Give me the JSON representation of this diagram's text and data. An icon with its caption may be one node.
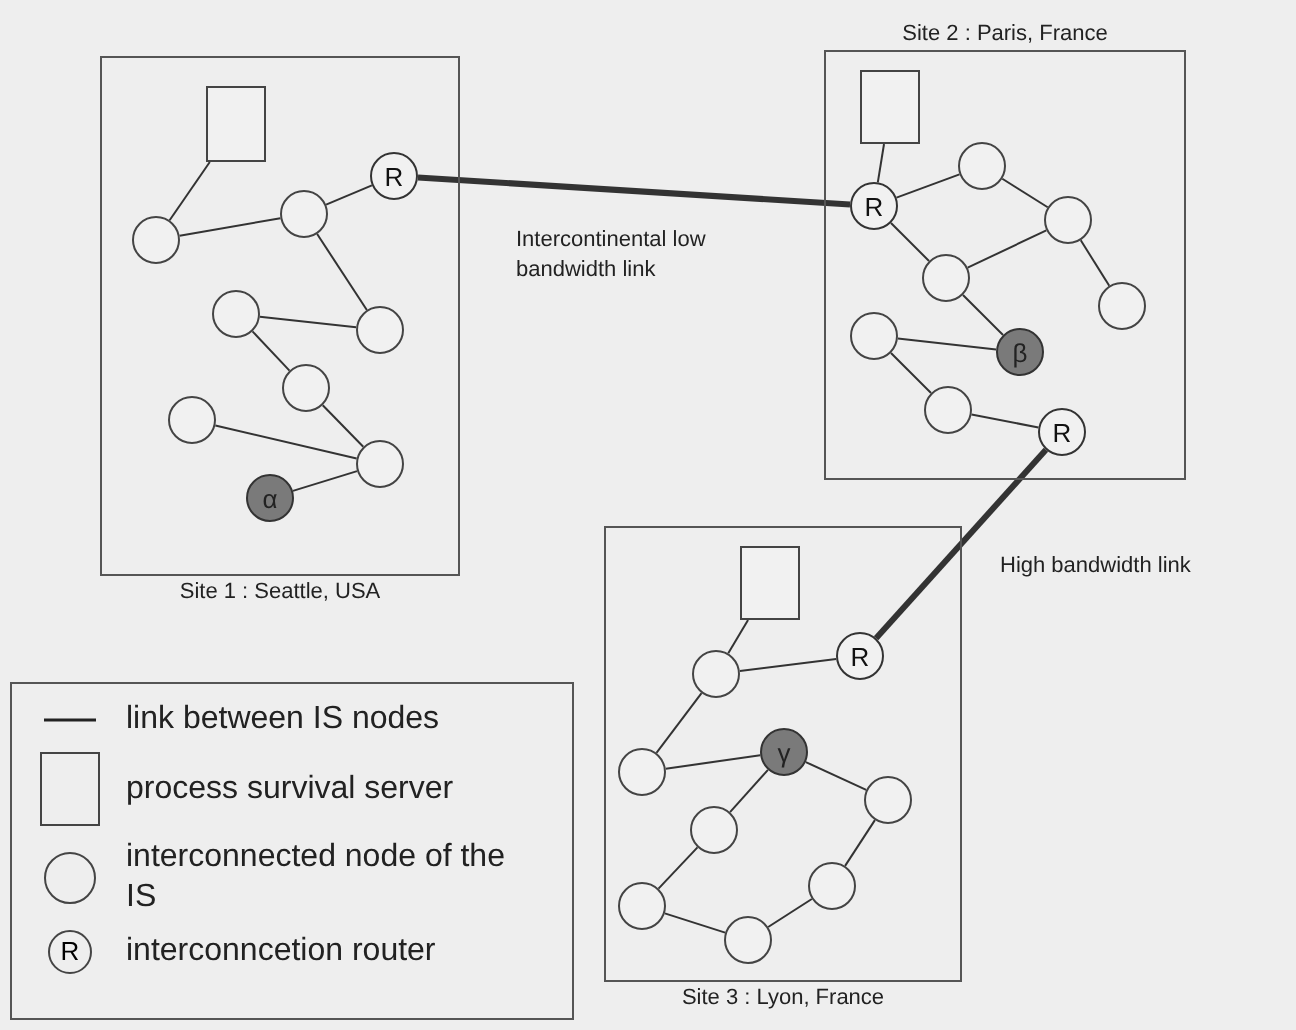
{
  "diagram": {
    "nodes": [
      {
        "text": [
          "Site 1 : Seattle, USA"
        ]
      },
      {
        "text": [],
        "shape": "box",
        "in": 0
      },
      {
        "text": [
          "R"
        ],
        "in": 0
      },
      {
        "text": [],
        "shape": "circle",
        "in": 0
      },
      {
        "text": [],
        "shape": "circle",
        "in": 0
      },
      {
        "text": [],
        "shape": "circle",
        "in": 0
      },
      {
        "text": [],
        "shape": "circle",
        "in": 0
      },
      {
        "text": [],
        "shape": "circle",
        "in": 0
      },
      {
        "text": [],
        "shape": "circle",
        "in": 0
      },
      {
        "text": [],
        "shape": "circle",
        "in": 0
      },
      {
        "text": [
          "α"
        ],
        "in": 0
      },
      {
        "text": [
          "Site 2 : Paris, France"
        ]
      },
      {
        "text": [],
        "shape": "box",
        "in": 11
      },
      {
        "text": [],
        "shape": "circle",
        "in": 11
      },
      {
        "text": [
          "R"
        ],
        "in": 11
      },
      {
        "text": [],
        "shape": "circle",
        "in": 11
      },
      {
        "text": [],
        "shape": "circle",
        "in": 11
      },
      {
        "text": [],
        "shape": "circle",
        "in": 11
      },
      {
        "text": [],
        "shape": "circle",
        "in": 11
      },
      {
        "text": [
          "β"
        ],
        "in": 11
      },
      {
        "text": [],
        "shape": "circle",
        "in": 11
      },
      {
        "text": [
          "R"
        ],
        "in": 11
      },
      {
        "text": [
          "Site 3 : Lyon, France"
        ]
      },
      {
        "text": [],
        "shape": "box",
        "in": 22
      },
      {
        "text": [
          "R"
        ],
        "in": 22
      },
      {
        "text": [],
        "shape": "circle",
        "in": 22
      },
      {
        "text": [
          "γ"
        ],
        "in": 22
      },
      {
        "text": [],
        "shape": "circle",
        "in": 22
      },
      {
        "text": [],
        "shape": "circle",
        "in": 22
      },
      {
        "text": [],
        "shape": "circle",
        "in": 22
      },
      {
        "text": [],
        "shape": "circle",
        "in": 22
      },
      {
        "text": [],
        "shape": "circle",
        "in": 22
      },
      {
        "text": [],
        "shape": "circle",
        "in": 22
      }
    ],
    "edges": [
      {
        "from": 1,
        "to": 4,
        "arrow": "none"
      },
      {
        "from": 4,
        "to": 3,
        "arrow": "none"
      },
      {
        "from": 3,
        "to": 2,
        "arrow": "none"
      },
      {
        "from": 3,
        "to": 6,
        "arrow": "none"
      },
      {
        "from": 5,
        "to": 6,
        "arrow": "none"
      },
      {
        "from": 5,
        "to": 7,
        "arrow": "none"
      },
      {
        "from": 7,
        "to": 9,
        "arrow": "none"
      },
      {
        "from": 8,
        "to": 9,
        "arrow": "none"
      },
      {
        "from": 9,
        "to": 10,
        "arrow": "none"
      },
      {
        "from": 12,
        "to": 14,
        "arrow": "none"
      },
      {
        "from": 14,
        "to": 13,
        "arrow": "none"
      },
      {
        "from": 13,
        "to": 15,
        "arrow": "none"
      },
      {
        "from": 15,
        "to": 17,
        "arrow": "none"
      },
      {
        "from": 14,
        "to": 16,
        "arrow": "none"
      },
      {
        "from": 16,
        "to": 15,
        "arrow": "none"
      },
      {
        "from": 16,
        "to": 19,
        "arrow": "none"
      },
      {
        "from": 18,
        "to": 19,
        "arrow": "none"
      },
      {
        "from": 18,
        "to": 20,
        "arrow": "none"
      },
      {
        "from": 20,
        "to": 21,
        "arrow": "none"
      },
      {
        "from": 23,
        "to": 25,
        "arrow": "none"
      },
      {
        "from": 25,
        "to": 24,
        "arrow": "none"
      },
      {
        "from": 25,
        "to": 27,
        "arrow": "none"
      },
      {
        "from": 27,
        "to": 26,
        "arrow": "none"
      },
      {
        "from": 26,
        "to": 28,
        "arrow": "none"
      },
      {
        "from": 26,
        "to": 29,
        "arrow": "none"
      },
      {
        "from": 29,
        "to": 31,
        "arrow": "none"
      },
      {
        "from": 31,
        "to": 32,
        "arrow": "none"
      },
      {
        "from": 32,
        "to": 30,
        "arrow": "none"
      },
      {
        "from": 30,
        "to": 28,
        "arrow": "none"
      },
      {
        "from": 2,
        "to": 14,
        "arrow": "none",
        "style": "thick",
        "label": "Intercontinental low bandwidth link"
      },
      {
        "from": 21,
        "to": 24,
        "arrow": "none",
        "style": "thick",
        "label": "High bandwidth link"
      }
    ],
    "labels": [
      "R"
    ],
    "legend": [
      {
        "text": "link between IS nodes"
      },
      {
        "text": "process survival server"
      },
      {
        "text": "interconnected node of the IS"
      },
      {
        "text": "interconncetion router"
      }
    ]
  }
}
